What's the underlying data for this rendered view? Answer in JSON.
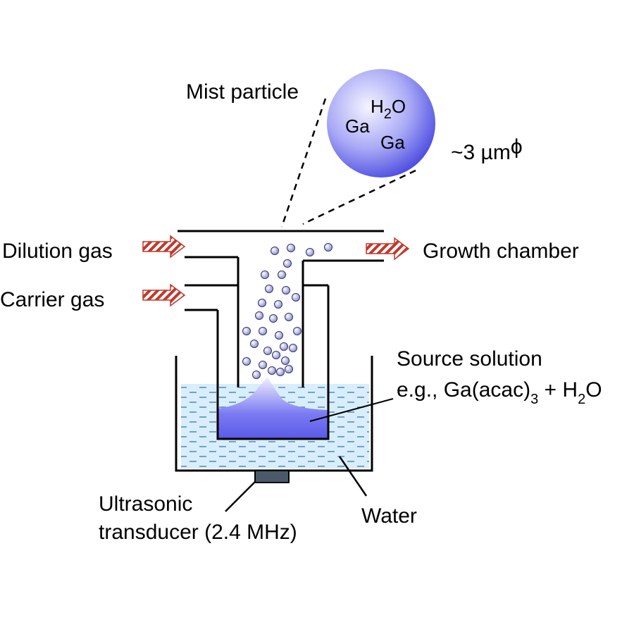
{
  "labels": {
    "mist_particle": "Mist particle",
    "size": "~3 µm",
    "size_symbol": "ϕ",
    "dilution_gas": "Dilution gas",
    "carrier_gas": "Carrier gas",
    "growth_chamber": "Growth chamber",
    "source_solution": "Source solution",
    "example_prefix": "e.g., Ga(acac)",
    "example_sub": "3",
    "example_plus": " + H",
    "example_sub2": "2",
    "example_suffix": "O",
    "transducer_line1": "Ultrasonic",
    "transducer_line2": "transducer (2.4 MHz)",
    "water": "Water"
  },
  "particle": {
    "ga_1": "Ga",
    "h2o_h": "H",
    "h2o_sub": "2",
    "h2o_o": "O",
    "ga_2": "Ga"
  },
  "colors": {
    "water_fill": "#d6ecfb",
    "water_dash": "#4a7fb8",
    "solution_fill": "#6d6df0",
    "particle_center": "#f3f3ff",
    "particle_edge": "#4d4de6",
    "arrow_red": "#c0392b"
  }
}
